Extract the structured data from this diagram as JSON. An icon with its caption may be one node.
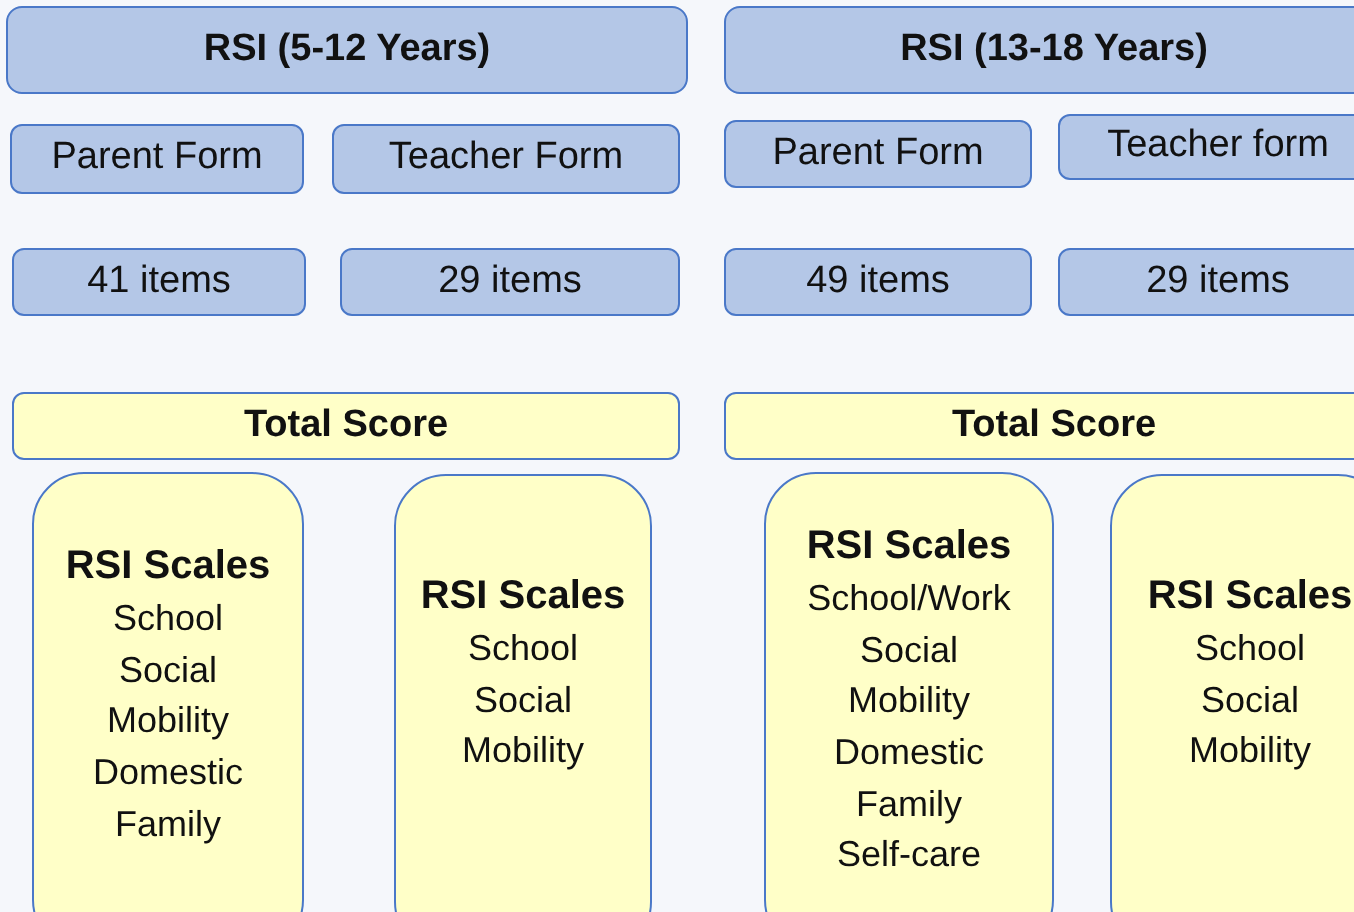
{
  "diagram": {
    "nodes": [
      {
        "text": [
          "RSI (5-12 Years)"
        ]
      },
      {
        "text": [
          "RSI (13-18 Years)"
        ]
      },
      {
        "text": [
          "Parent Form"
        ]
      },
      {
        "text": [
          "Teacher Form"
        ]
      },
      {
        "text": [
          "Parent Form"
        ]
      },
      {
        "text": [
          "Teacher form"
        ]
      },
      {
        "text": [
          "41 items"
        ]
      },
      {
        "text": [
          "29 items"
        ]
      },
      {
        "text": [
          "49 items"
        ]
      },
      {
        "text": [
          "29 items"
        ]
      },
      {
        "text": [
          "Total Score"
        ]
      },
      {
        "text": [
          "Total Score"
        ]
      },
      {
        "text": [
          "RSI Scales",
          "School",
          "Social",
          "Mobility",
          "Domestic",
          "Family"
        ]
      },
      {
        "text": [
          "RSI Scales",
          "School",
          "Social",
          "Mobility"
        ]
      },
      {
        "text": [
          "RSI Scales",
          "School/Work",
          "Social",
          "Mobility",
          "Domestic",
          "Family",
          "Self-care"
        ]
      },
      {
        "text": [
          "RSI Scales",
          "School",
          "Social",
          "Mobility"
        ]
      }
    ]
  }
}
